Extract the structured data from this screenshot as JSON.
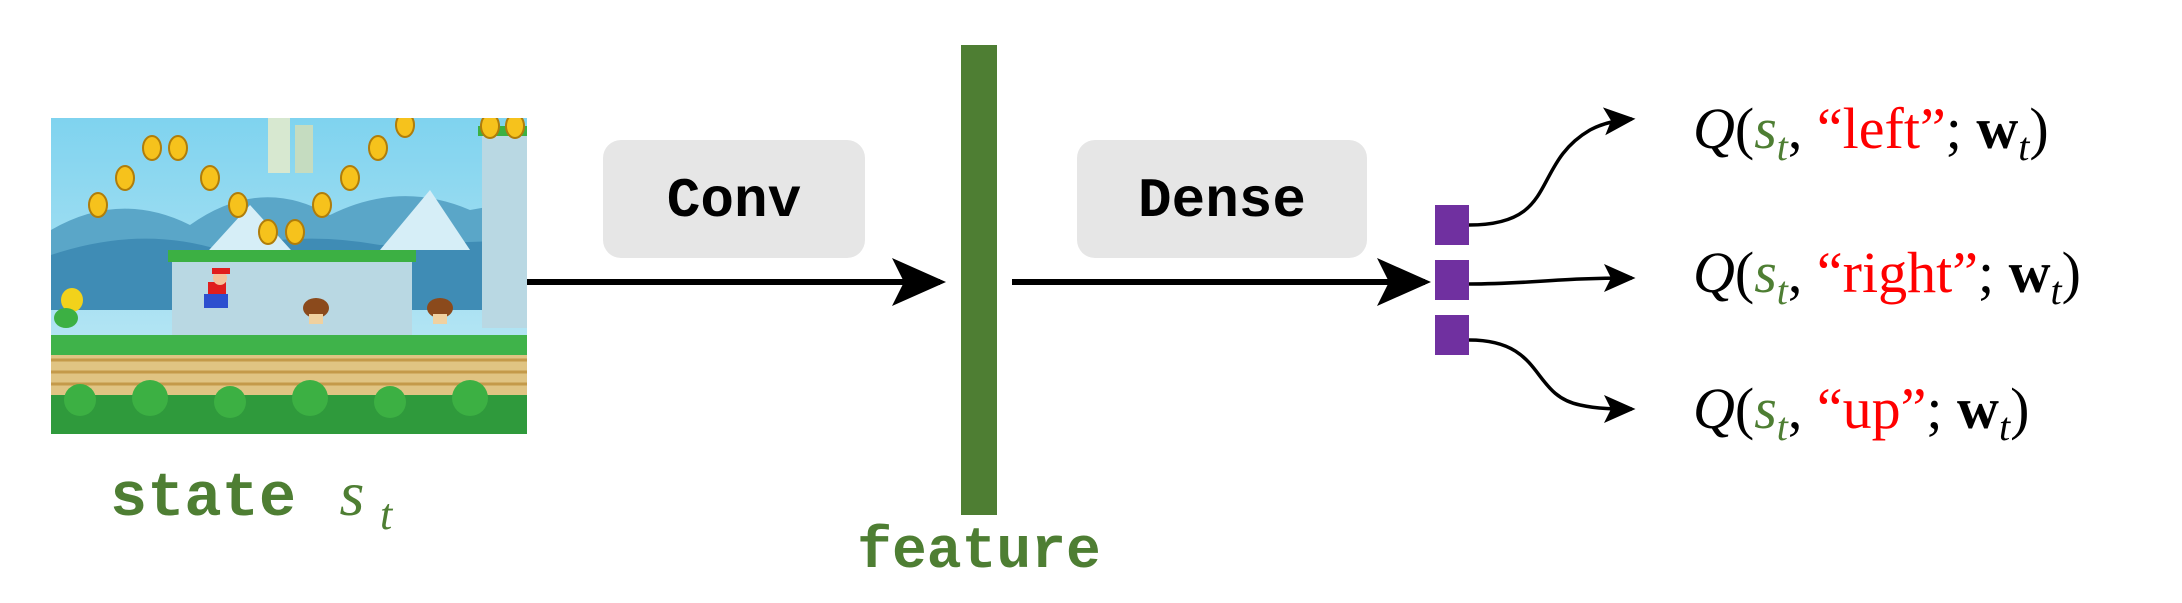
{
  "colors": {
    "green": "#4e7e33",
    "purple": "#7030a0",
    "red": "#ff0000",
    "box_fill": "#e6e6e6",
    "arrow": "#000000",
    "text": "#000000"
  },
  "state": {
    "image_icon": "game-screenshot",
    "word": "state",
    "symbol": "s",
    "subscript": "t"
  },
  "layers": {
    "conv": "Conv",
    "dense": "Dense"
  },
  "feature": {
    "label": "feature"
  },
  "outputs": [
    {
      "q": "Q",
      "s": "s",
      "sub": "t",
      "action": "“left”",
      "w": "w",
      "wsub": "t"
    },
    {
      "q": "Q",
      "s": "s",
      "sub": "t",
      "action": "“right”",
      "w": "w",
      "wsub": "t"
    },
    {
      "q": "Q",
      "s": "s",
      "sub": "t",
      "action": "“up”",
      "w": "w",
      "wsub": "t"
    }
  ]
}
